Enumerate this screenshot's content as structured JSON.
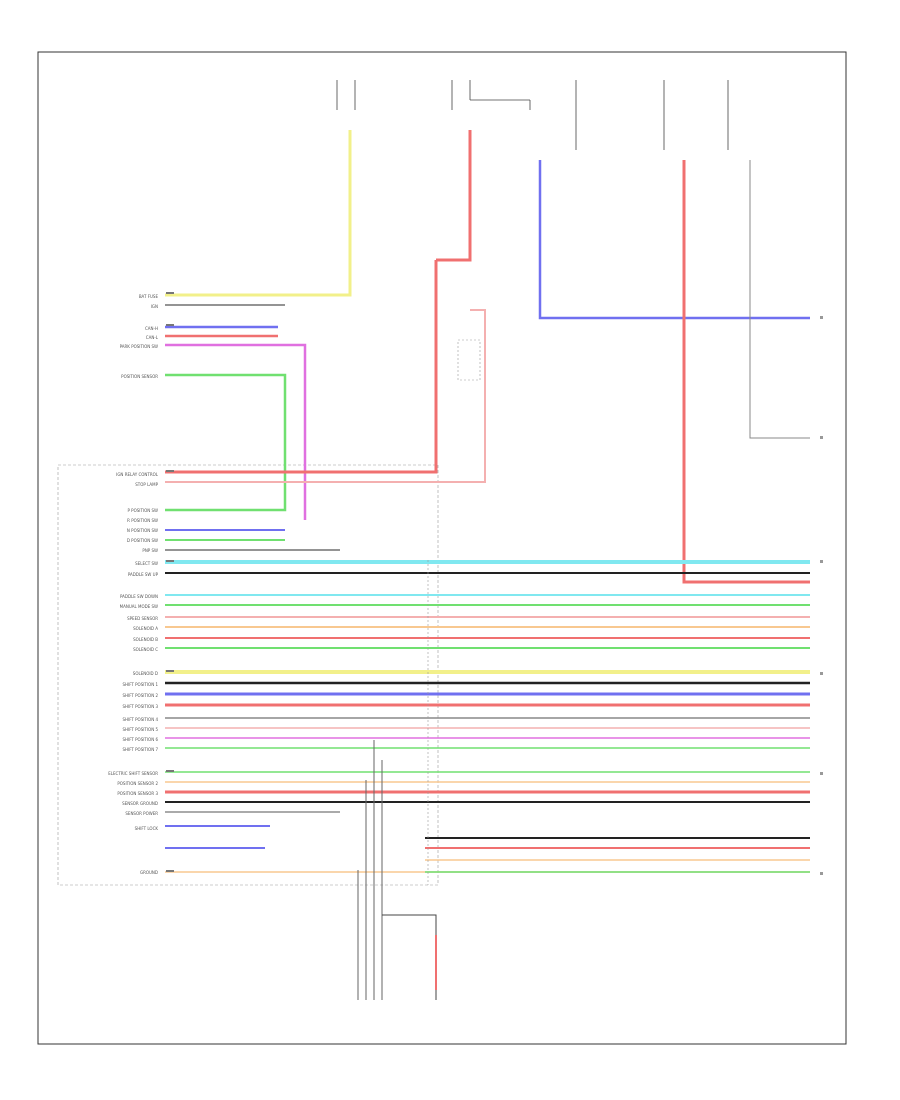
{
  "module": {
    "left_labels": [
      "BAT FUSE",
      "IGN",
      "CAN-H",
      "CAN-L",
      "PARK POSITION SW",
      "POSITION SENSOR",
      "IGN RELAY CONTROL",
      "STOP LAMP",
      "P POSITION SW",
      "R POSITION SW",
      "N POSITION SW",
      "D POSITION SW",
      "PNP SW",
      "SELECT SW",
      "PADDLE SW UP",
      "PADDLE SW DOWN",
      "MANUAL MODE SW",
      "SPEED SENSOR",
      "SOLENOID A",
      "SOLENOID B",
      "SOLENOID C",
      "SOLENOID D",
      "SHIFT POSITION 1",
      "SHIFT POSITION 2",
      "SHIFT POSITION 3",
      "SHIFT POSITION 4",
      "SHIFT POSITION 5",
      "SHIFT POSITION 6",
      "SHIFT POSITION 7",
      "ELECTRIC SHIFT SENSOR",
      "POSITION SENSOR 2",
      "POSITION SENSOR 3",
      "SENSOR GROUND",
      "SENSOR POWER",
      "SHIFT LOCK",
      "GROUND"
    ]
  },
  "footer": {
    "left_text": "",
    "bottom_label": ""
  },
  "colors": {
    "yellow": "#f2f08a",
    "red": "#f07070",
    "blue": "#7070f0",
    "violet": "#e070e0",
    "green": "#70e070",
    "cyan": "#80e8f0",
    "pink": "#f4b0b0",
    "gray": "#888888",
    "orange": "#f8c890",
    "black": "#222222",
    "white_stripe": "#e8e8e8"
  }
}
